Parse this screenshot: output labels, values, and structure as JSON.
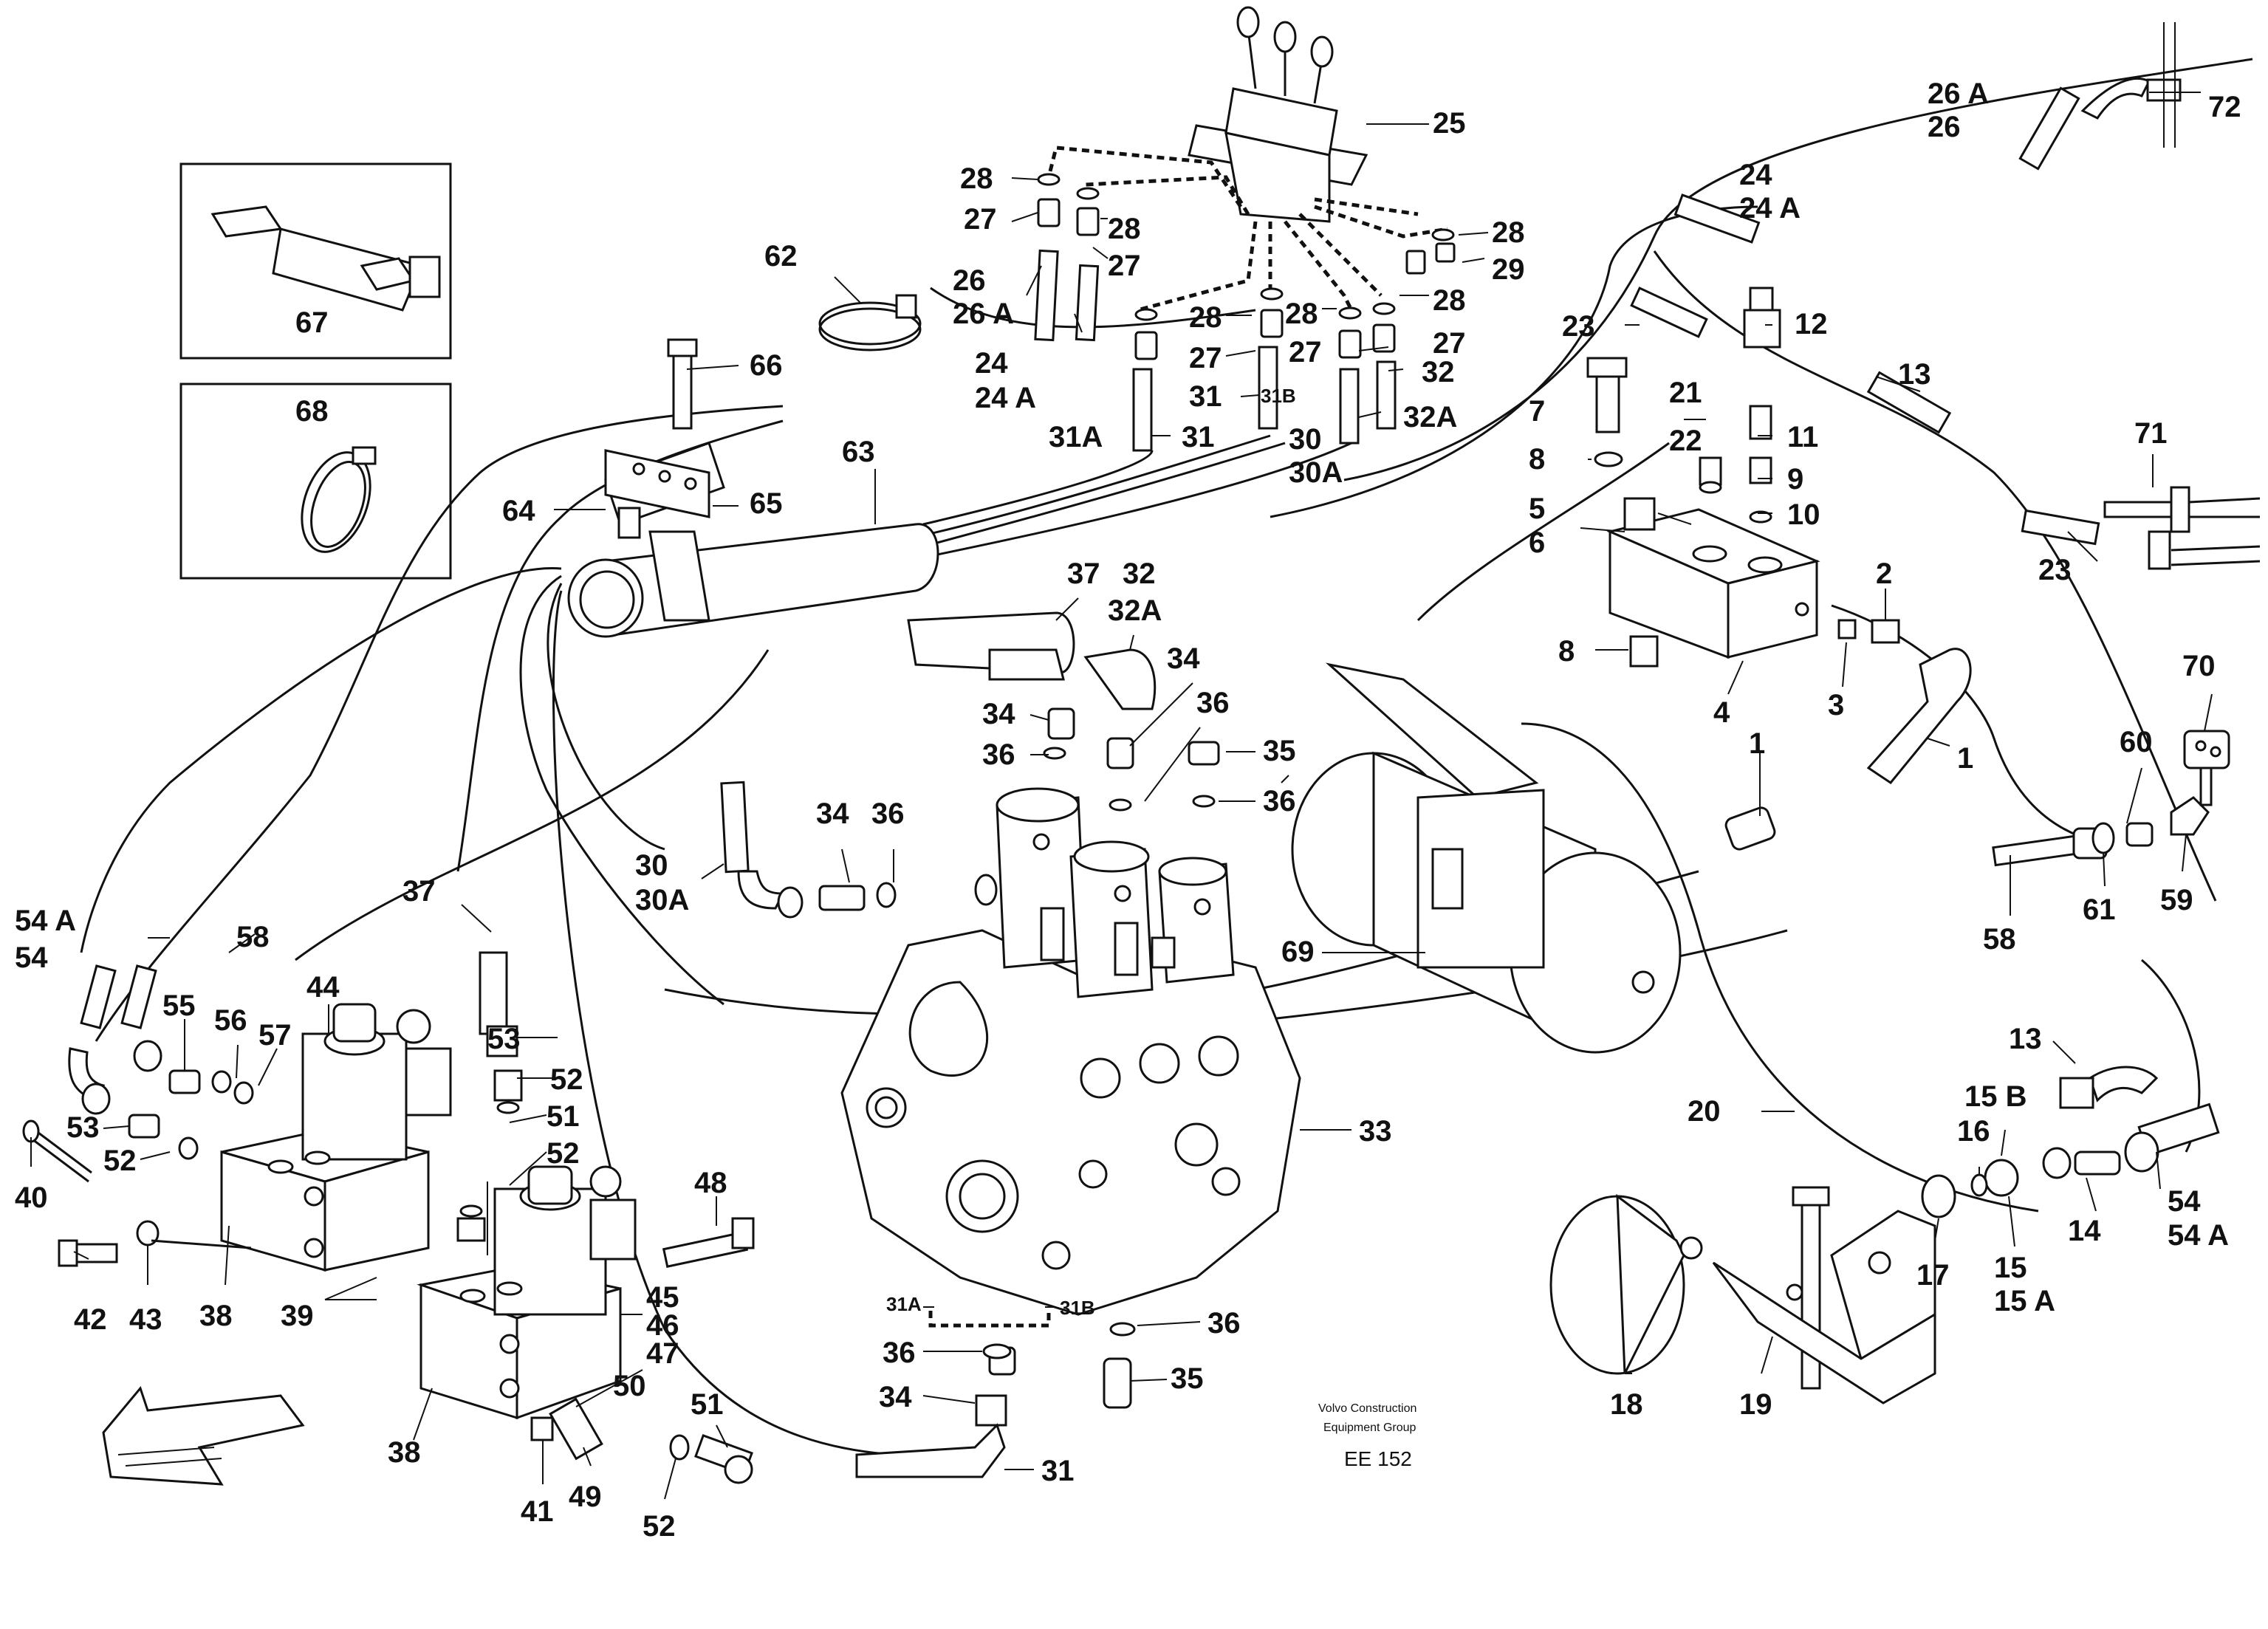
{
  "document": {
    "publisher": "Volvo Construction Equipment Group",
    "publisher_line1": "Volvo Construction",
    "publisher_line2": "Equipment Group",
    "diagram_code": "EE 152"
  },
  "callouts": [
    {
      "id": "c-25",
      "text": "25"
    },
    {
      "id": "c-26A-top",
      "text": "26 A"
    },
    {
      "id": "c-26-top",
      "text": "26"
    },
    {
      "id": "c-72",
      "text": "72"
    },
    {
      "id": "c-28a",
      "text": "28"
    },
    {
      "id": "c-27a",
      "text": "27"
    },
    {
      "id": "c-28b",
      "text": "28"
    },
    {
      "id": "c-27b",
      "text": "27"
    },
    {
      "id": "c-26",
      "text": "26"
    },
    {
      "id": "c-26A",
      "text": "26 A"
    },
    {
      "id": "c-28c",
      "text": "28"
    },
    {
      "id": "c-28d",
      "text": "28"
    },
    {
      "id": "c-28e",
      "text": "28"
    },
    {
      "id": "c-29",
      "text": "29"
    },
    {
      "id": "c-28f",
      "text": "28"
    },
    {
      "id": "c-27c",
      "text": "27"
    },
    {
      "id": "c-27d",
      "text": "27"
    },
    {
      "id": "c-27e",
      "text": "27"
    },
    {
      "id": "c-24a",
      "text": "24"
    },
    {
      "id": "c-24Aa",
      "text": "24 A"
    },
    {
      "id": "c-31",
      "text": "31"
    },
    {
      "id": "c-31B-top",
      "text": "31B"
    },
    {
      "id": "c-32",
      "text": "32"
    },
    {
      "id": "c-32A",
      "text": "32A"
    },
    {
      "id": "c-31A",
      "text": "31A"
    },
    {
      "id": "c-31b",
      "text": "31"
    },
    {
      "id": "c-30",
      "text": "30"
    },
    {
      "id": "c-30A",
      "text": "30A"
    },
    {
      "id": "c-24b",
      "text": "24"
    },
    {
      "id": "c-24Ab",
      "text": "24 A"
    },
    {
      "id": "c-12",
      "text": "12"
    },
    {
      "id": "c-23a",
      "text": "23"
    },
    {
      "id": "c-13a",
      "text": "13"
    },
    {
      "id": "c-7",
      "text": "7"
    },
    {
      "id": "c-21",
      "text": "21"
    },
    {
      "id": "c-11",
      "text": "11"
    },
    {
      "id": "c-8a",
      "text": "8"
    },
    {
      "id": "c-22",
      "text": "22"
    },
    {
      "id": "c-9",
      "text": "9"
    },
    {
      "id": "c-10",
      "text": "10"
    },
    {
      "id": "c-5",
      "text": "5"
    },
    {
      "id": "c-6",
      "text": "6"
    },
    {
      "id": "c-71",
      "text": "71"
    },
    {
      "id": "c-23b",
      "text": "23"
    },
    {
      "id": "c-2",
      "text": "2"
    },
    {
      "id": "c-8b",
      "text": "8"
    },
    {
      "id": "c-4",
      "text": "4"
    },
    {
      "id": "c-3",
      "text": "3"
    },
    {
      "id": "c-1a",
      "text": "1"
    },
    {
      "id": "c-1b",
      "text": "1"
    },
    {
      "id": "c-70",
      "text": "70"
    },
    {
      "id": "c-60",
      "text": "60"
    },
    {
      "id": "c-61",
      "text": "61"
    },
    {
      "id": "c-59",
      "text": "59"
    },
    {
      "id": "c-58a",
      "text": "58"
    },
    {
      "id": "c-62",
      "text": "62"
    },
    {
      "id": "c-66",
      "text": "66"
    },
    {
      "id": "c-63",
      "text": "63"
    },
    {
      "id": "c-64",
      "text": "64"
    },
    {
      "id": "c-65",
      "text": "65"
    },
    {
      "id": "c-67",
      "text": "67"
    },
    {
      "id": "c-68",
      "text": "68"
    },
    {
      "id": "c-37a",
      "text": "37"
    },
    {
      "id": "c-32b",
      "text": "32"
    },
    {
      "id": "c-32Ab",
      "text": "32A"
    },
    {
      "id": "c-34a",
      "text": "34"
    },
    {
      "id": "c-34b",
      "text": "34"
    },
    {
      "id": "c-36a",
      "text": "36"
    },
    {
      "id": "c-36b",
      "text": "36"
    },
    {
      "id": "c-35a",
      "text": "35"
    },
    {
      "id": "c-36c",
      "text": "36"
    },
    {
      "id": "c-34c",
      "text": "34"
    },
    {
      "id": "c-36d",
      "text": "36"
    },
    {
      "id": "c-30b",
      "text": "30"
    },
    {
      "id": "c-30Ab",
      "text": "30A"
    },
    {
      "id": "c-69",
      "text": "69"
    },
    {
      "id": "c-37b",
      "text": "37"
    },
    {
      "id": "c-54A",
      "text": "54 A"
    },
    {
      "id": "c-54",
      "text": "54"
    },
    {
      "id": "c-58b",
      "text": "58"
    },
    {
      "id": "c-44",
      "text": "44"
    },
    {
      "id": "c-55",
      "text": "55"
    },
    {
      "id": "c-56",
      "text": "56"
    },
    {
      "id": "c-57",
      "text": "57"
    },
    {
      "id": "c-53a",
      "text": "53"
    },
    {
      "id": "c-52a",
      "text": "52"
    },
    {
      "id": "c-51a",
      "text": "51"
    },
    {
      "id": "c-52b",
      "text": "52"
    },
    {
      "id": "c-53b",
      "text": "53"
    },
    {
      "id": "c-52c",
      "text": "52"
    },
    {
      "id": "c-40",
      "text": "40"
    },
    {
      "id": "c-42",
      "text": "42"
    },
    {
      "id": "c-43",
      "text": "43"
    },
    {
      "id": "c-38a",
      "text": "38"
    },
    {
      "id": "c-39",
      "text": "39"
    },
    {
      "id": "c-48",
      "text": "48"
    },
    {
      "id": "c-45",
      "text": "45"
    },
    {
      "id": "c-46",
      "text": "46"
    },
    {
      "id": "c-47",
      "text": "47"
    },
    {
      "id": "c-50",
      "text": "50"
    },
    {
      "id": "c-38b",
      "text": "38"
    },
    {
      "id": "c-41",
      "text": "41"
    },
    {
      "id": "c-49",
      "text": "49"
    },
    {
      "id": "c-51b",
      "text": "51"
    },
    {
      "id": "c-52d",
      "text": "52"
    },
    {
      "id": "c-33",
      "text": "33"
    },
    {
      "id": "c-31A-bot",
      "text": "31A"
    },
    {
      "id": "c-31B-bot",
      "text": "31B"
    },
    {
      "id": "c-36e",
      "text": "36"
    },
    {
      "id": "c-36f",
      "text": "36"
    },
    {
      "id": "c-34d",
      "text": "34"
    },
    {
      "id": "c-35b",
      "text": "35"
    },
    {
      "id": "c-31c",
      "text": "31"
    },
    {
      "id": "c-13b",
      "text": "13"
    },
    {
      "id": "c-20",
      "text": "20"
    },
    {
      "id": "c-15B",
      "text": "15 B"
    },
    {
      "id": "c-16",
      "text": "16"
    },
    {
      "id": "c-54b",
      "text": "54"
    },
    {
      "id": "c-54Ab",
      "text": "54 A"
    },
    {
      "id": "c-17",
      "text": "17"
    },
    {
      "id": "c-15",
      "text": "15"
    },
    {
      "id": "c-15A",
      "text": "15 A"
    },
    {
      "id": "c-14",
      "text": "14"
    },
    {
      "id": "c-18",
      "text": "18"
    },
    {
      "id": "c-19",
      "text": "19"
    }
  ]
}
